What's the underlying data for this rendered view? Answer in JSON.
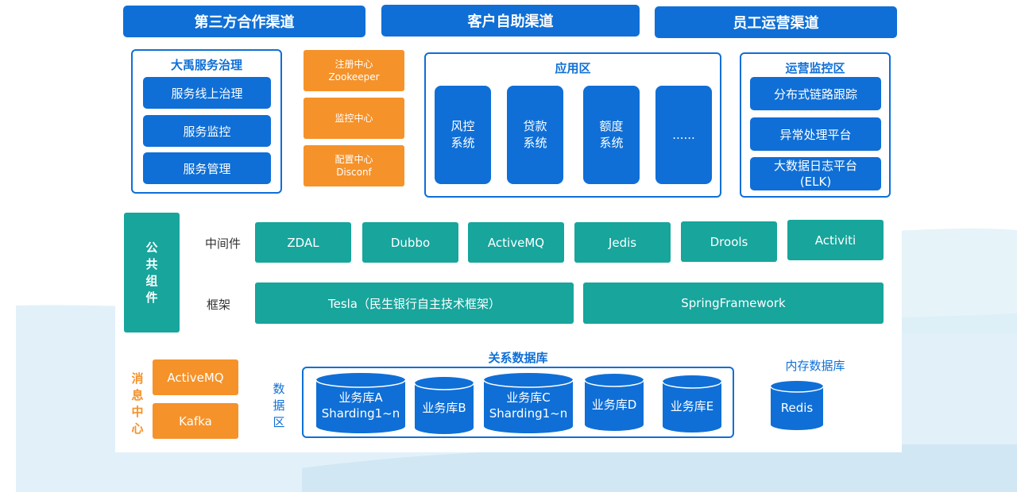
{
  "colors": {
    "blue": "#0f6fd6",
    "teal": "#17a59c",
    "orange": "#f5922a",
    "wave": "#dbeef7"
  },
  "channels": [
    "第三方合作渠道",
    "客户自助渠道",
    "员工运营渠道"
  ],
  "dayu": {
    "title": "大禹服务治理",
    "items": [
      "服务线上治理",
      "服务监控",
      "服务管理"
    ]
  },
  "centers": [
    {
      "line1": "注册中心",
      "line2": "Zookeeper"
    },
    {
      "line1": "监控中心",
      "line2": ""
    },
    {
      "line1": "配置中心",
      "line2": "Disconf"
    }
  ],
  "app_zone": {
    "title": "应用区",
    "apps": [
      {
        "line1": "风控",
        "line2": "系统"
      },
      {
        "line1": "贷款",
        "line2": "系统"
      },
      {
        "line1": "额度",
        "line2": "系统"
      },
      {
        "line1": "......",
        "line2": ""
      }
    ]
  },
  "ops": {
    "title": "运营监控区",
    "items": [
      {
        "line1": "分布式链路跟踪",
        "line2": ""
      },
      {
        "line1": "异常处理平台",
        "line2": ""
      },
      {
        "line1": "大数据日志平台",
        "line2": "(ELK)"
      }
    ]
  },
  "public": {
    "label_chars": [
      "公",
      "共",
      "组",
      "件"
    ],
    "middleware_label": "中间件",
    "middleware": [
      "ZDAL",
      "Dubbo",
      "ActiveMQ",
      "Jedis",
      "Drools",
      "Activiti"
    ],
    "framework_label": "框架",
    "frameworks": [
      "Tesla（民生银行自主技术框架）",
      "SpringFramework"
    ]
  },
  "message": {
    "label_chars": [
      "消",
      "息",
      "中",
      "心"
    ],
    "items": [
      "ActiveMQ",
      "Kafka"
    ]
  },
  "data_zone": {
    "label_chars": [
      "数",
      "据",
      "区"
    ],
    "relational_title": "关系数据库",
    "databases": [
      {
        "line1": "业务库A",
        "line2": "Sharding1~n"
      },
      {
        "line1": "业务库B",
        "line2": ""
      },
      {
        "line1": "业务库C",
        "line2": "Sharding1~n"
      },
      {
        "line1": "业务库D",
        "line2": ""
      },
      {
        "line1": "业务库E",
        "line2": ""
      }
    ],
    "memory_title": "内存数据库",
    "memory_db": "Redis"
  }
}
